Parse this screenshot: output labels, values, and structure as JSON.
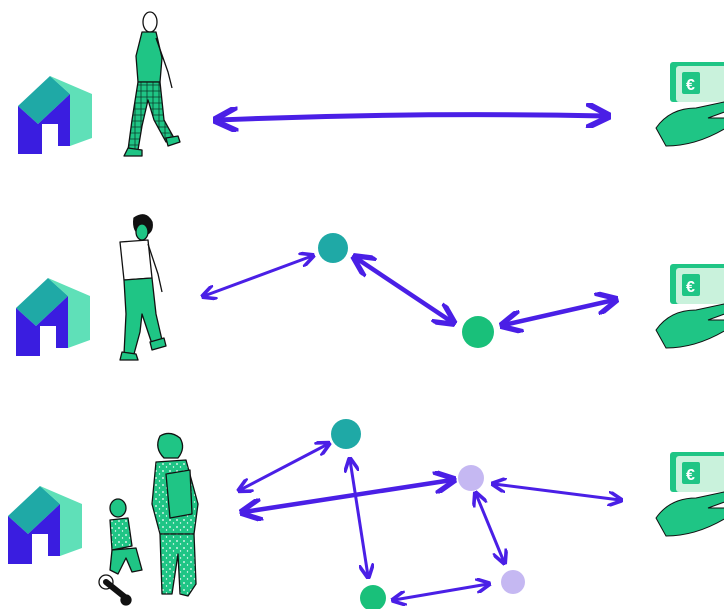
{
  "colors": {
    "house_front": "#3a1de0",
    "house_roof": "#1fa9a6",
    "house_side": "#5fe0b8",
    "arrow": "#4a1fe6",
    "node_teal": "#1fa9a6",
    "node_green": "#19c07a",
    "node_lavender": "#c5b8f2",
    "figure_fill": "#1fc585",
    "figure_outline": "#111111",
    "money_green": "#1fc585",
    "money_light": "#c9f2dc"
  },
  "icons": {
    "house": "house-icon",
    "walker": "person-walking-icon",
    "parent_child": "parent-with-child-icon",
    "money": "money-in-hand-icon"
  },
  "rows": [
    {
      "label": "direct-route",
      "currency_symbol": "€"
    },
    {
      "label": "two-stop-route",
      "currency_symbol": "€"
    },
    {
      "label": "multi-stop-route",
      "currency_symbol": "€"
    }
  ]
}
